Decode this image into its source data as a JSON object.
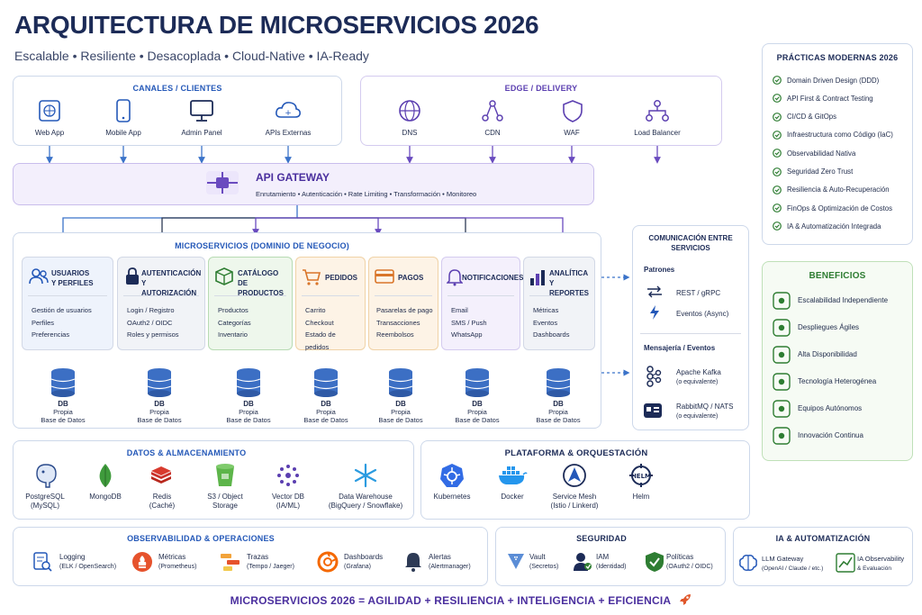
{
  "header": {
    "title": "ARQUITECTURA DE MICROSERVICIOS 2026",
    "subtitle": "Escalable • Resiliente • Desacoplada • Cloud-Native • IA-Ready"
  },
  "canales": {
    "title": "CANALES / CLIENTES",
    "items": [
      {
        "label": "Web App",
        "icon": "web-app-icon"
      },
      {
        "label": "Mobile App",
        "icon": "mobile-icon"
      },
      {
        "label": "Admin Panel",
        "icon": "monitor-icon"
      },
      {
        "label": "APIs Externas",
        "icon": "cloud-icon"
      }
    ]
  },
  "edge": {
    "title": "EDGE / DELIVERY",
    "items": [
      {
        "label": "DNS",
        "icon": "globe-icon"
      },
      {
        "label": "CDN",
        "icon": "network-icon"
      },
      {
        "label": "WAF",
        "icon": "shield-icon"
      },
      {
        "label": "Load Balancer",
        "icon": "load-balancer-icon"
      }
    ]
  },
  "gateway": {
    "title": "API GATEWAY",
    "features": "Enrutamiento • Autenticación • Rate Limiting • Transformación • Monitoreo"
  },
  "microservicios": {
    "title": "MICROSERVICIOS (DOMINIO DE NEGOCIO)",
    "services": [
      {
        "title_1": "USUARIOS",
        "title_2": "Y PERFILES",
        "items": [
          "Gestión de usuarios",
          "Perfiles",
          "Preferencias"
        ],
        "db_1": "DB",
        "db_2": "Propia",
        "db_3": "Base de Datos"
      },
      {
        "title_1": "AUTENTICACIÓN",
        "title_2": "Y AUTORIZACIÓN",
        "items": [
          "Login / Registro",
          "OAuth2 / OIDC",
          "Roles y permisos"
        ],
        "db_1": "DB",
        "db_2": "Propia",
        "db_3": "Base de Datos"
      },
      {
        "title_1": "CATÁLOGO",
        "title_2": "DE PRODUCTOS",
        "items": [
          "Productos",
          "Categorías",
          "Inventario"
        ],
        "db_1": "DB",
        "db_2": "Propia",
        "db_3": "Base de Datos"
      },
      {
        "title_1": "PEDIDOS",
        "title_2": "",
        "items": [
          "Carrito",
          "Checkout",
          "Estado de pedidos"
        ],
        "db_1": "DB",
        "db_2": "Propia",
        "db_3": "Base de Datos"
      },
      {
        "title_1": "PAGOS",
        "title_2": "",
        "items": [
          "Pasarelas de pago",
          "Transacciones",
          "Reembolsos"
        ],
        "db_1": "DB",
        "db_2": "Propia",
        "db_3": "Base de Datos"
      },
      {
        "title_1": "NOTIFICACIONES",
        "title_2": "",
        "items": [
          "Email",
          "SMS / Push",
          "WhatsApp"
        ],
        "db_1": "DB",
        "db_2": "Propia",
        "db_3": "Base de Datos"
      },
      {
        "title_1": "ANALÍTICA",
        "title_2": "Y REPORTES",
        "items": [
          "Métricas",
          "Eventos",
          "Dashboards"
        ],
        "db_1": "DB",
        "db_2": "Propia",
        "db_3": "Base de Datos"
      }
    ]
  },
  "comunicacion": {
    "title_1": "COMUNICACIÓN ENTRE",
    "title_2": "SERVICIOS",
    "patrones_label": "Patrones",
    "patrones": [
      "REST / gRPC",
      "Eventos (Async)"
    ],
    "mensajeria_label": "Mensajería / Eventos",
    "kafka_1": "Apache Kafka",
    "kafka_2": "(o equivalente)",
    "rabbit_1": "RabbitMQ / NATS",
    "rabbit_2": "(o equivalente)"
  },
  "practicas": {
    "title": "PRÁCTICAS MODERNAS 2026",
    "items": [
      "Domain Driven Design (DDD)",
      "API First & Contract Testing",
      "CI/CD & GitOps",
      "Infraestructura como Código (IaC)",
      "Observabilidad Nativa",
      "Seguridad Zero Trust",
      "Resiliencia & Auto-Recuperación",
      "FinOps & Optimización de Costos",
      "IA & Automatización Integrada"
    ]
  },
  "beneficios": {
    "title": "BENEFICIOS",
    "items": [
      "Escalabilidad Independiente",
      "Despliegues Ágiles",
      "Alta Disponibilidad",
      "Tecnología Heterogénea",
      "Equipos Autónomos",
      "Innovación Continua"
    ]
  },
  "datos": {
    "title": "DATOS & ALMACENAMIENTO",
    "items": [
      {
        "l1": "PostgreSQL",
        "l2": "(MySQL)"
      },
      {
        "l1": "MongoDB",
        "l2": ""
      },
      {
        "l1": "Redis",
        "l2": "(Caché)"
      },
      {
        "l1": "S3 / Object",
        "l2": "Storage"
      },
      {
        "l1": "Vector DB",
        "l2": "(IA/ML)"
      },
      {
        "l1": "Data Warehouse",
        "l2": "(BigQuery / Snowflake)"
      }
    ]
  },
  "plataforma": {
    "title": "PLATAFORMA & ORQUESTACIÓN",
    "items": [
      {
        "l1": "Kubernetes",
        "l2": ""
      },
      {
        "l1": "Docker",
        "l2": ""
      },
      {
        "l1": "Service Mesh",
        "l2": "(Istio / Linkerd)"
      },
      {
        "l1": "Helm",
        "l2": ""
      }
    ]
  },
  "observabilidad": {
    "title": "OBSERVABILIDAD & OPERACIONES",
    "items": [
      {
        "l1": "Logging",
        "l2": "(ELK / OpenSearch)"
      },
      {
        "l1": "Métricas",
        "l2": "(Prometheus)"
      },
      {
        "l1": "Trazas",
        "l2": "(Tempo / Jaeger)"
      },
      {
        "l1": "Dashboards",
        "l2": "(Grafana)"
      },
      {
        "l1": "Alertas",
        "l2": "(Alertmanager)"
      }
    ]
  },
  "seguridad": {
    "title": "SEGURIDAD",
    "items": [
      {
        "l1": "Vault",
        "l2": "(Secretos)"
      },
      {
        "l1": "IAM",
        "l2": "(Identidad)"
      },
      {
        "l1": "Políticas",
        "l2": "(OAuth2 / OIDC)"
      }
    ]
  },
  "ia": {
    "title": "IA & AUTOMATIZACIÓN",
    "items": [
      {
        "l1": "LLM Gateway",
        "l2": "(OpenAI / Claude / etc.)"
      },
      {
        "l1": "IA Observability",
        "l2": "& Evaluación"
      }
    ]
  },
  "footer": {
    "text": "MICROSERVICIOS 2026 = AGILIDAD + RESILIENCIA + INTELIGENCIA + EFICIENCIA",
    "icon": "rocket-icon"
  },
  "colors": {
    "blue": "#2458b8",
    "purple": "#5b3fb0",
    "green": "#2e7d32",
    "navy": "#1c2b57"
  }
}
